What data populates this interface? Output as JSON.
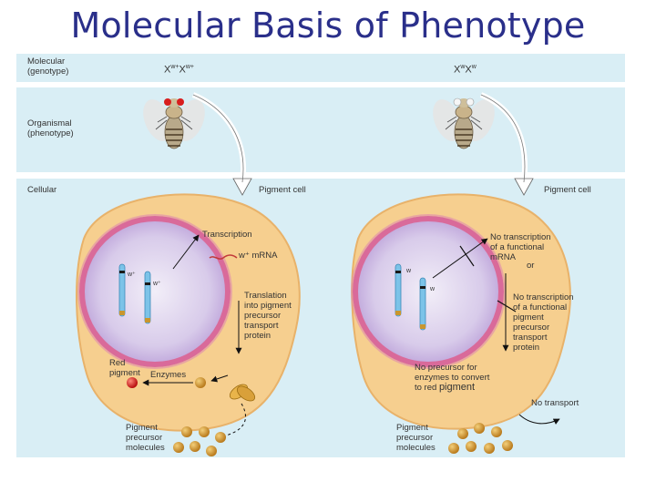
{
  "title": "Molecular Basis of Phenotype",
  "rows": {
    "molecular": [
      "Molecular",
      "(genotype)"
    ],
    "organismal": [
      "Organismal",
      "(phenotype)"
    ],
    "cellular": "Cellular"
  },
  "left": {
    "genotype": "X",
    "cell_label": "Pigment cell",
    "transcription": "Transcription",
    "mrna": "w⁺ mRNA",
    "gene_label": "w⁺",
    "translation": [
      "Translation",
      "into pigment",
      "precursor",
      "transport",
      "protein"
    ],
    "red_pigment": [
      "Red",
      "pigment"
    ],
    "enzymes": "Enzymes",
    "precursor": [
      "Pigment",
      "precursor",
      "molecules"
    ]
  },
  "right": {
    "genotype": "X",
    "cell_label": "Pigment cell",
    "no_transcription": [
      "No transcription",
      "of a functional",
      "mRNA"
    ],
    "or": "or",
    "no_transcription_2": [
      "No transcription",
      "of a functional",
      "pigment",
      "precursor",
      "transport",
      "protein"
    ],
    "gene_label": "w",
    "no_precursor": [
      "No precursor for",
      "enzymes to convert",
      "to red"
    ],
    "pigment_word": "pigment",
    "no_transport": "No transport",
    "precursor": [
      "Pigment",
      "precursor",
      "molecules"
    ]
  },
  "colors": {
    "title": "#2a2f8a",
    "band": "#d9eef5",
    "cytoplasm": "#f6cf8f",
    "nucleus": "#d6c8e8",
    "nuclear_envelope": "#d96a9a",
    "precursor": "#d39a34",
    "red_pigment": "#d81e1e"
  }
}
